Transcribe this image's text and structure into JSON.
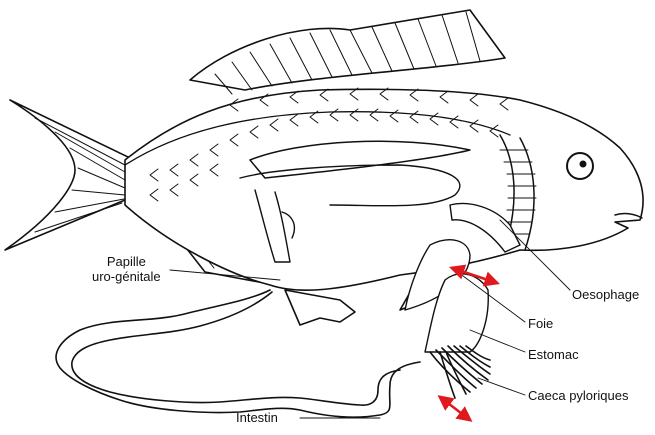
{
  "labels": {
    "papille": [
      "Papille",
      "uro-génitale"
    ],
    "oesophage": "Oesophage",
    "foie": "Foie",
    "estomac": "Estomac",
    "caeca": "Caeca pyloriques",
    "intestin": "Intestin"
  },
  "colors": {
    "outline": "#111111",
    "arrow": "#e0191e",
    "background": "#ffffff"
  }
}
